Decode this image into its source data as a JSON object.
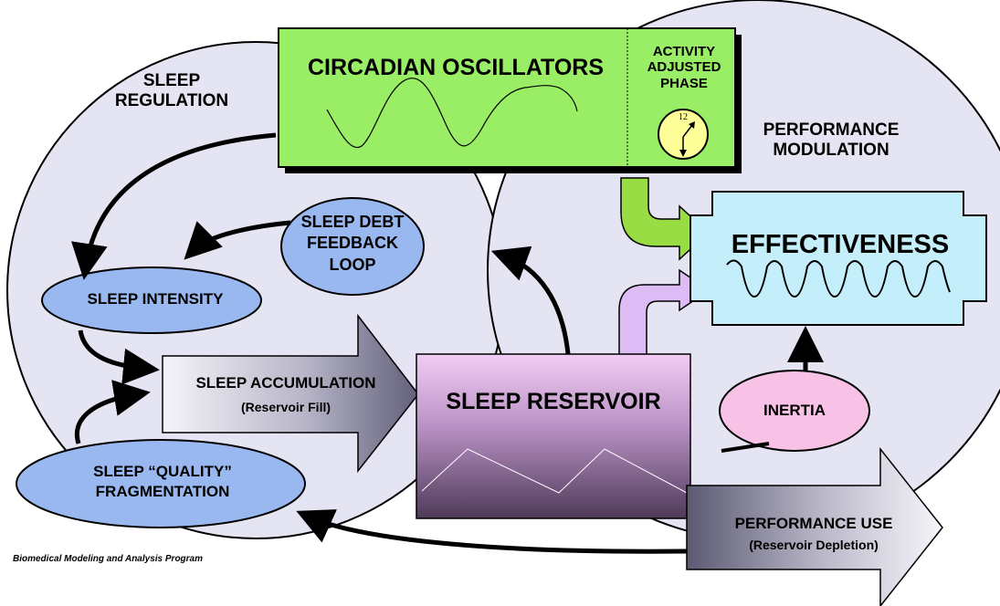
{
  "labels": {
    "sleep_regulation": "SLEEP\nREGULATION",
    "performance_modulation": "PERFORMANCE\nMODULATION",
    "circadian_oscillators": "CIRCADIAN OSCILLATORS",
    "activity_adjusted_phase": "ACTIVITY\nADJUSTED\nPHASE",
    "clock_number": "12",
    "sleep_debt_feedback_loop": "SLEEP DEBT\nFEEDBACK\nLOOP",
    "sleep_intensity": "SLEEP INTENSITY",
    "sleep_quality": "SLEEP “QUALITY”\nFRAGMENTATION",
    "sleep_accumulation": "SLEEP ACCUMULATION",
    "reservoir_fill": "(Reservoir Fill)",
    "sleep_reservoir": "SLEEP RESERVOIR",
    "inertia": "INERTIA",
    "effectiveness": "EFFECTIVENESS",
    "performance_use": "PERFORMANCE USE",
    "reservoir_depletion": "(Reservoir Depletion)"
  },
  "footer": "Biomedical Modeling and Analysis Program",
  "colors": {
    "circle_fill": "#e4e4f2",
    "circadian_box": "#99ee66",
    "ellipse_blue": "#99b8f0",
    "inertia_pink": "#f8c2e6",
    "effectiveness_box": "#c4eefa",
    "reservoir_top": "#eec8f2",
    "reservoir_bottom": "#55405e",
    "clock_face": "#ffff99",
    "green_arrow": "#99dd44",
    "lavender_arrow": "#ddbbf4"
  }
}
